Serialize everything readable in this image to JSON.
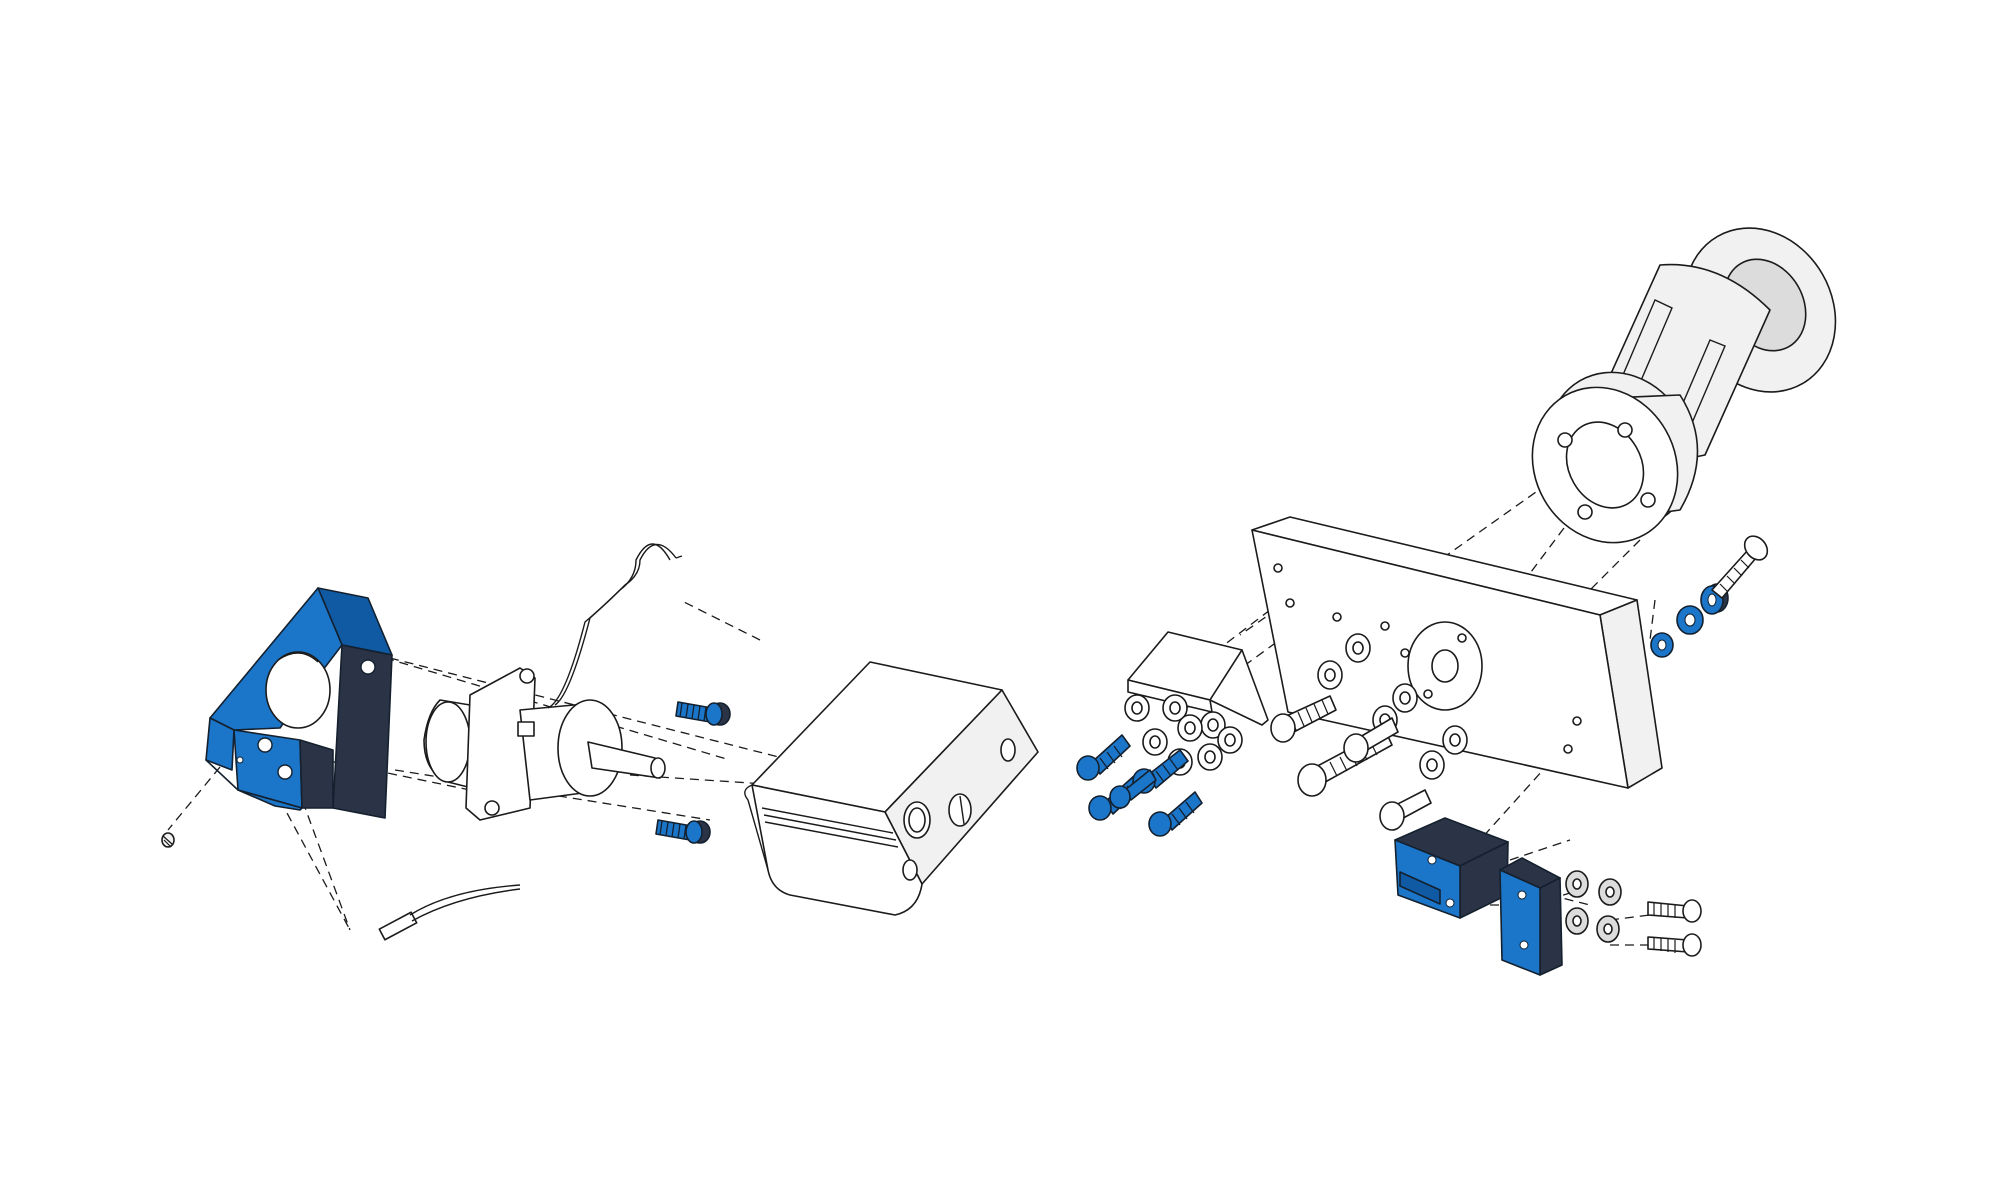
{
  "diagram": {
    "palette": {
      "accent_blue": "#1b76c9",
      "accent_blue_dark": "#0f5aa3",
      "navy": "#2b3447",
      "outline": "#1b1b1b",
      "light_gray": "#f1f1f1"
    },
    "parts": [
      "mounting-bracket",
      "motor",
      "housing-block",
      "base-plate",
      "sleeve-cylinder",
      "clamp-block",
      "clamp-plate"
    ]
  }
}
